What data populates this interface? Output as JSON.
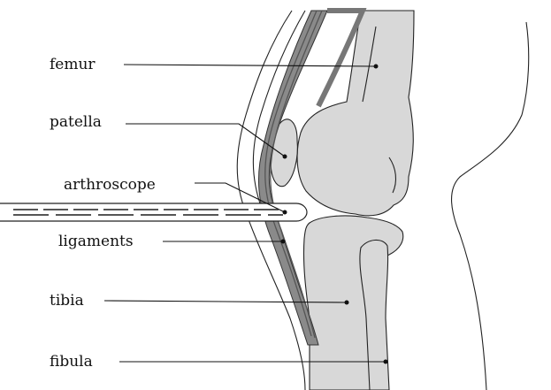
{
  "diagram": {
    "labels": [
      {
        "id": "femur",
        "text": "femur"
      },
      {
        "id": "patella",
        "text": "patella"
      },
      {
        "id": "arthroscope",
        "text": "arthroscope"
      },
      {
        "id": "ligaments",
        "text": "ligaments"
      },
      {
        "id": "tibia",
        "text": "tibia"
      },
      {
        "id": "fibula",
        "text": "fibula"
      }
    ],
    "colors": {
      "bone": "#d8d8d8",
      "tendon": "#6a6a6a",
      "outline": "#222222",
      "background": "#ffffff"
    }
  }
}
